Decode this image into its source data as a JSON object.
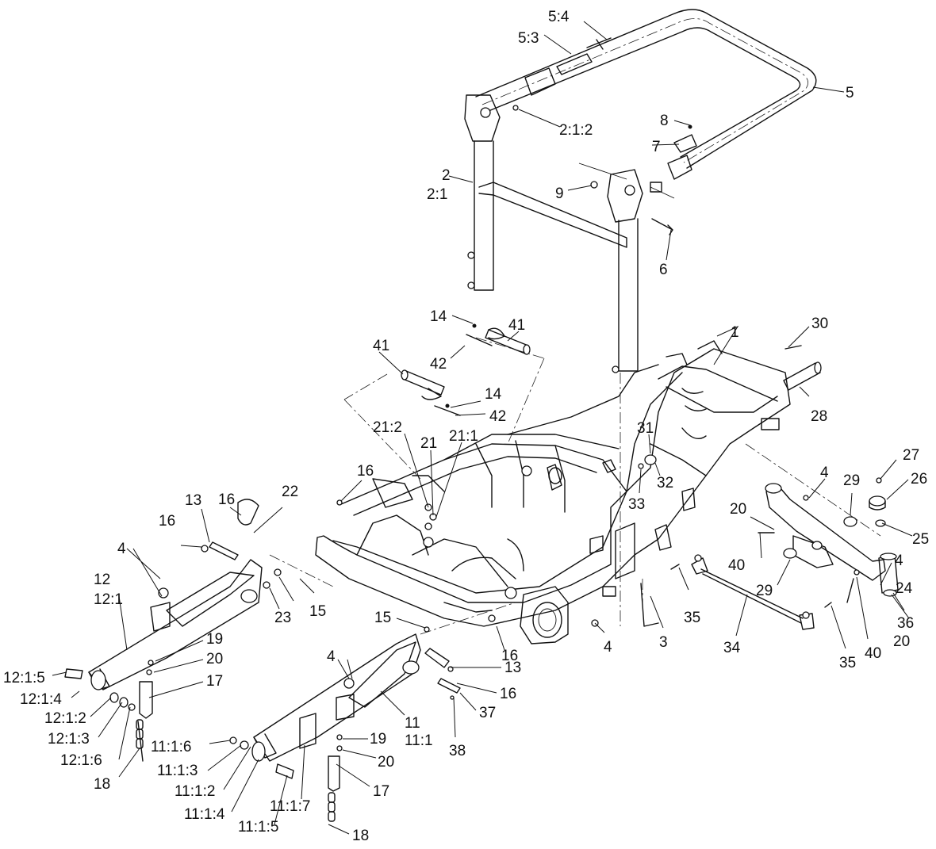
{
  "callouts": {
    "c_5_4": "5:4",
    "c_5_3": "5:3",
    "c_5": "5",
    "c_2_1_2": "2:1:2",
    "c_8": "8",
    "c_7": "7",
    "c_2": "2",
    "c_2_1": "2:1",
    "c_9": "9",
    "c_6": "6",
    "c_14a": "14",
    "c_41a": "41",
    "c_30": "30",
    "c_41b": "41",
    "c_42a": "42",
    "c_1": "1",
    "c_14b": "14",
    "c_42b": "42",
    "c_28": "28",
    "c_21_2": "21:2",
    "c_21": "21",
    "c_21_1": "21:1",
    "c_31": "31",
    "c_16a": "16",
    "c_27": "27",
    "c_32": "32",
    "c_33": "33",
    "c_4a": "4",
    "c_29a": "29",
    "c_26": "26",
    "c_13a": "13",
    "c_16b": "16",
    "c_22": "22",
    "c_20a": "20",
    "c_25": "25",
    "c_16c": "16",
    "c_4b": "4",
    "c_40a": "40",
    "c_4c": "4",
    "c_12": "12",
    "c_12_1": "12:1",
    "c_29b": "29",
    "c_24": "24",
    "c_23": "23",
    "c_15a": "15",
    "c_35a": "35",
    "c_15b": "15",
    "c_3": "3",
    "c_36": "36",
    "c_19a": "19",
    "c_20b": "20",
    "c_4d": "4",
    "c_40b": "40",
    "c_16d": "16",
    "c_34": "34",
    "c_35b": "35",
    "c_12_1_5": "12:1:5",
    "c_4e": "4",
    "c_13b": "13",
    "c_17a": "17",
    "c_12_1_4": "12:1:4",
    "c_16e": "16",
    "c_12_1_2": "12:1:2",
    "c_37": "37",
    "c_11": "11",
    "c_12_1_3": "12:1:3",
    "c_11_1": "11:1",
    "c_12_1_6": "12:1:6",
    "c_19b": "19",
    "c_38": "38",
    "c_11_1_6": "11:1:6",
    "c_20c": "20",
    "c_18a": "18",
    "c_11_1_3": "11:1:3",
    "c_11_1_2": "11:1:2",
    "c_17b": "17",
    "c_11_1_7": "11:1:7",
    "c_11_1_4": "11:1:4",
    "c_11_1_5": "11:1:5",
    "c_18b": "18"
  }
}
